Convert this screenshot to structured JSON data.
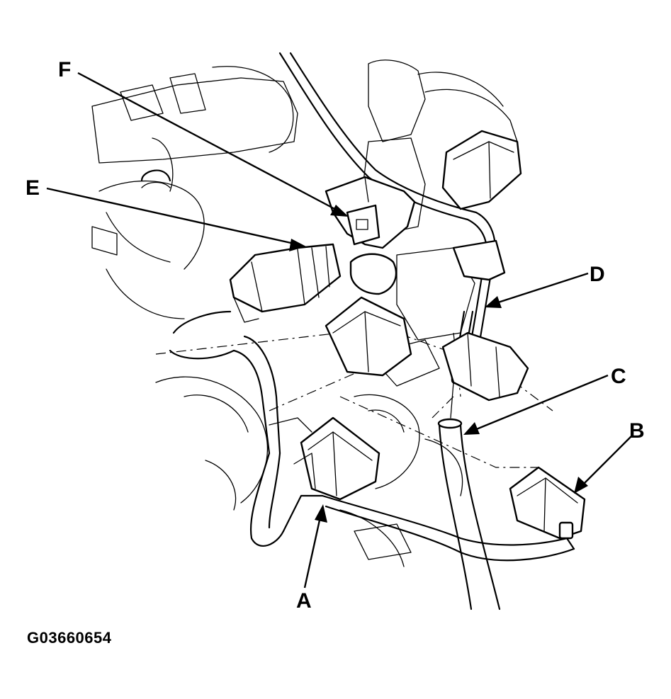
{
  "figure_id": "G03660654",
  "callouts": {
    "a": "A",
    "b": "B",
    "c": "C",
    "d": "D",
    "e": "E",
    "f": "F"
  }
}
